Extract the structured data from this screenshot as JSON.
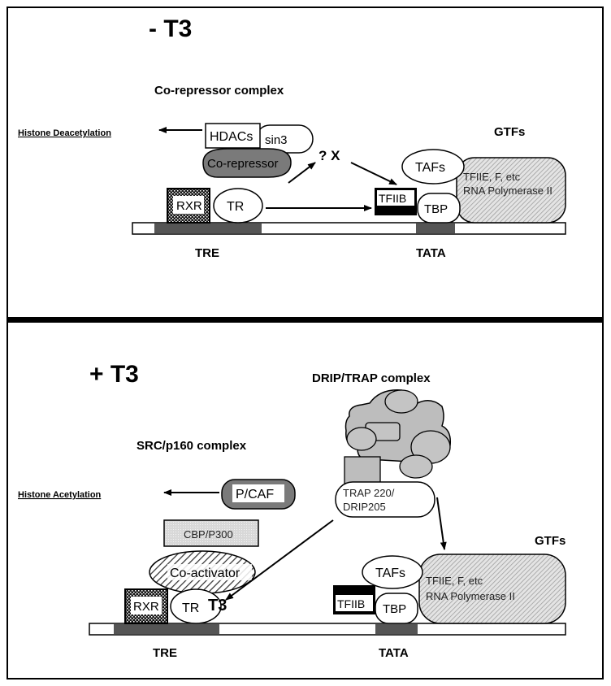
{
  "top": {
    "condition": "- T3",
    "complex_title": "Co-repressor complex",
    "histone_label": "Histone Deacetylation",
    "hdacs": "HDACs",
    "sin3": "sin3",
    "corepressor": "Co-repressor",
    "question": "? X",
    "rxr": "RXR",
    "tr": "TR",
    "tfiib": "TFIIB",
    "tafs": "TAFs",
    "tbp": "TBP",
    "gtfs": "GTFs",
    "tfiie_line1": "TFIIE, F, etc",
    "tfiie_line2": "RNA Polymerase II",
    "tre": "TRE",
    "tata": "TATA"
  },
  "bottom": {
    "condition": "+ T3",
    "drip_title": "DRIP/TRAP complex",
    "src_title": "SRC/p160 complex",
    "histone_label": "Histone Acetylation",
    "pcaf": "P/CAF",
    "cbp": "CBP/P300",
    "coactivator": "Co-activator",
    "rxr": "RXR",
    "tr": "TR",
    "t3": "T3",
    "trap_line1": "TRAP 220/",
    "trap_line2": "DRIP205",
    "tafs": "TAFs",
    "tfiib": "TFIIB",
    "tbp": "TBP",
    "gtfs": "GTFs",
    "tfiie_line1": "TFIIE, F, etc",
    "tfiie_line2": "RNA Polymerase II",
    "tre": "TRE",
    "tata": "TATA"
  }
}
